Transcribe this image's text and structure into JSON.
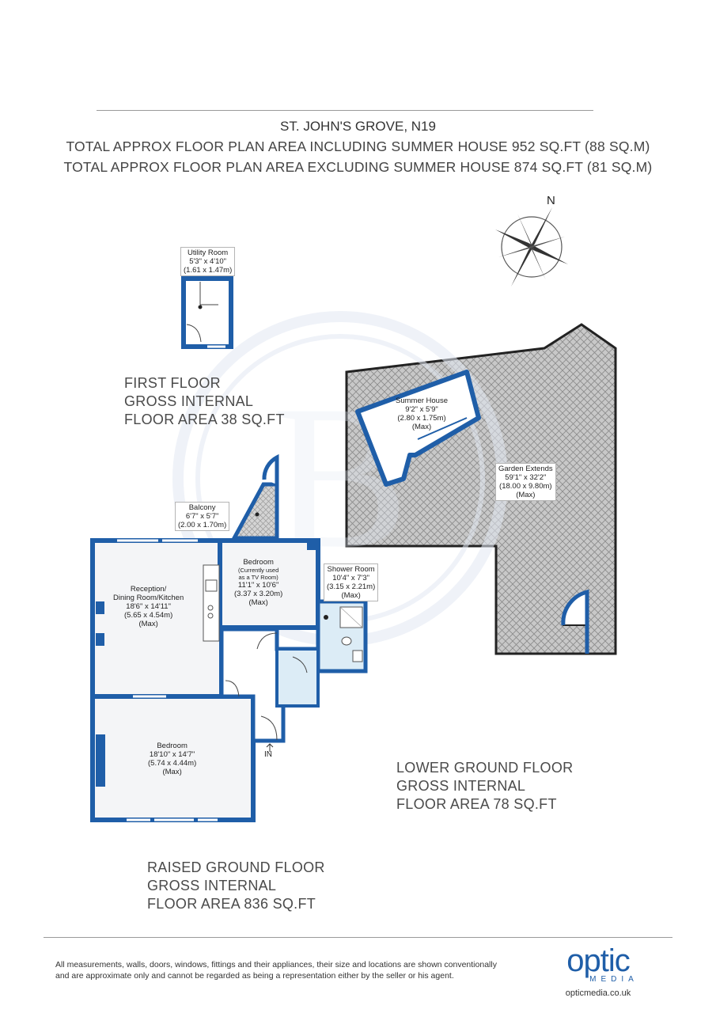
{
  "header": {
    "title": "ST. JOHN'S GROVE, N19",
    "line1": "TOTAL APPROX FLOOR PLAN AREA INCLUDING SUMMER HOUSE 952 SQ.FT (88 SQ.M)",
    "line2": "TOTAL APPROX FLOOR PLAN AREA EXCLUDING SUMMER HOUSE 874 SQ.FT (81 SQ.M)"
  },
  "compass": {
    "label": "N"
  },
  "floors": {
    "first": [
      "FIRST FLOOR",
      "GROSS INTERNAL",
      "FLOOR AREA 38 SQ.FT"
    ],
    "lower_ground": [
      "LOWER GROUND FLOOR",
      "GROSS INTERNAL",
      "FLOOR AREA 78 SQ.FT"
    ],
    "raised_ground": [
      "RAISED GROUND FLOOR",
      "GROSS INTERNAL",
      "FLOOR AREA 836 SQ.FT"
    ]
  },
  "rooms": {
    "utility": [
      "Utility Room",
      "5'3\" x 4'10\"",
      "(1.61 x 1.47m)"
    ],
    "summer_house": [
      "Summer House",
      "9'2\" x 5'9\"",
      "(2.80 x 1.75m)",
      "(Max)"
    ],
    "garden": [
      "Garden Extends",
      "59'1\" x 32'2\"",
      "(18.00 x 9.80m)",
      "(Max)"
    ],
    "balcony": [
      "Balcony",
      "6'7\" x 5'7\"",
      "(2.00 x 1.70m)"
    ],
    "bedroom_tv": {
      "name": "Bedroom",
      "note1": "(Currently used",
      "note2": "as a TV Room)",
      "dims": [
        "11'1\" x 10'6\"",
        "(3.37 x 3.20m)",
        "(Max)"
      ]
    },
    "shower": [
      "Shower Room",
      "10'4\" x 7'3\"",
      "(3.15 x 2.21m)",
      "(Max)"
    ],
    "reception": [
      "Reception/",
      "Dining Room/Kitchen",
      "18'6\" x 14'11\"",
      "(5.65 x 4.54m)",
      "(Max)"
    ],
    "bedroom": [
      "Bedroom",
      "18'10\" x 14'7\"",
      "(5.74 x 4.44m)",
      "(Max)"
    ]
  },
  "entrance_label": "IN",
  "disclaimer": "All measurements, walls, doors, windows, fittings and their appliances, their size and locations are shown conventionally and are approximate only and cannot be regarded as being a representation either by the seller or his agent.",
  "logo": {
    "word": "optic",
    "sub": "MEDIA",
    "url": "opticmedia.co.uk"
  },
  "colors": {
    "wall": "#1f5ea8",
    "garden": "#c9c9c9",
    "shower_floor": "#dcecf6",
    "watermark": "#e3e9f3"
  }
}
